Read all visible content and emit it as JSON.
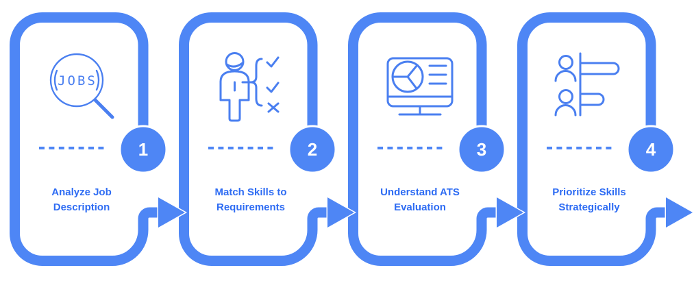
{
  "diagram": {
    "accent_color": "#4E86F5",
    "icon_color": "#4A7FF0",
    "label_color": "#2E6CF3",
    "steps": [
      {
        "number": "1",
        "label": "Analyze Job Description",
        "icon": "jobs-magnifier-icon",
        "icon_text": "JOBS"
      },
      {
        "number": "2",
        "label": "Match Skills to Requirements",
        "icon": "person-checklist-icon"
      },
      {
        "number": "3",
        "label": "Understand ATS Evaluation",
        "icon": "monitor-pie-chart-icon"
      },
      {
        "number": "4",
        "label": "Prioritize Skills Strategically",
        "icon": "people-bar-ranking-icon"
      }
    ]
  }
}
